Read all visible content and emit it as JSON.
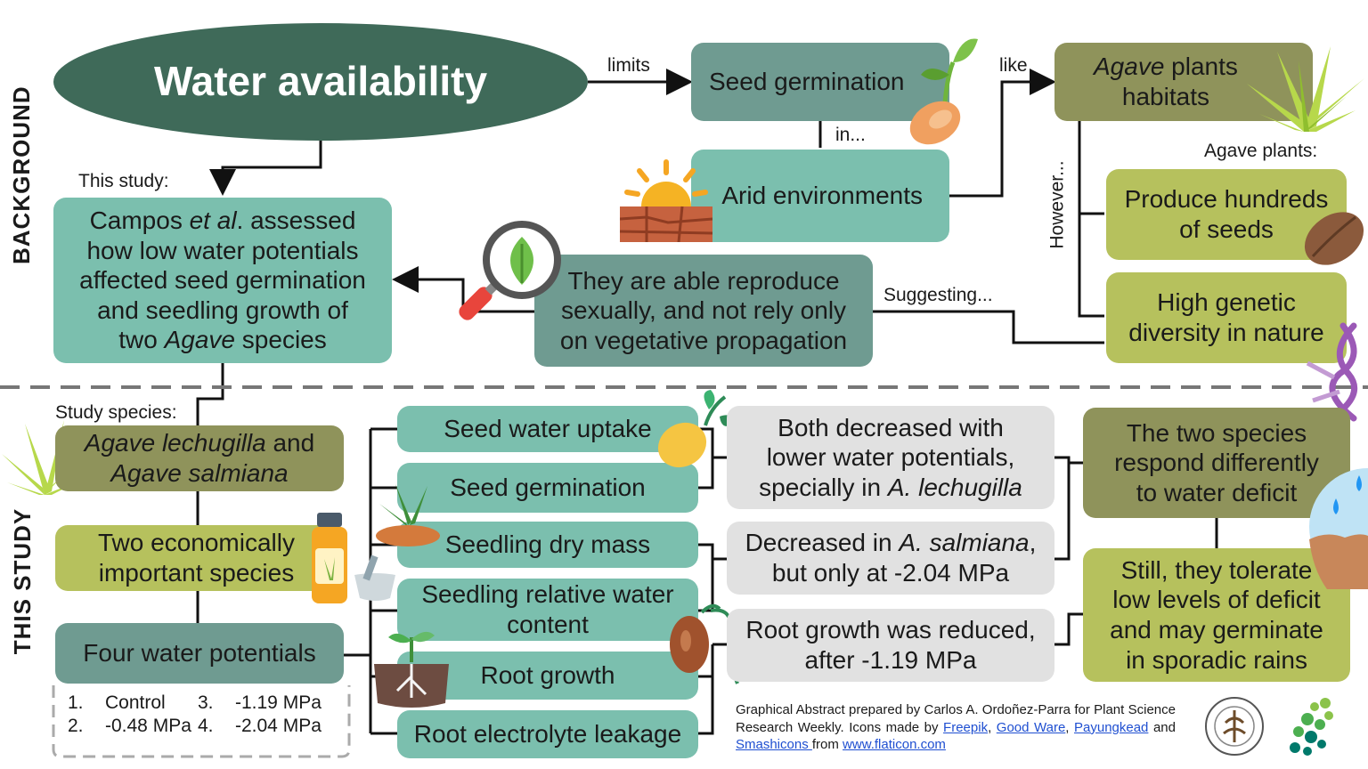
{
  "sections": {
    "background": "BACKGROUND",
    "this_study": "THIS STUDY"
  },
  "background": {
    "water_availability": "Water availability",
    "limits": "limits",
    "seed_germination": "Seed germination",
    "in_label": "in...",
    "arid_environments": "Arid environments",
    "like_label": "like",
    "agave_habitats_italic": "Agave",
    "agave_habitats_rest1": " plants",
    "agave_habitats_rest2": "habitats",
    "agave_plants_label": "Agave plants:",
    "however_label": "However...",
    "produce_seeds_line1": "Produce hundreds",
    "produce_seeds_line2": "of seeds",
    "genetic_line1": "High genetic",
    "genetic_line2": "diversity in nature",
    "suggesting_label": "Suggesting...",
    "reproduce_line1": "They are able reproduce",
    "reproduce_line2": "sexually, and not rely only",
    "reproduce_line3": "on vegetative propagation",
    "this_study_label": "This study:",
    "campos_a": "Campos ",
    "campos_b": "et al",
    "campos_c": ". assessed",
    "campos_line2": "how low water potentials",
    "campos_line3": "affected seed germination",
    "campos_line4": "and seedling growth of",
    "campos_line5a": "two ",
    "campos_line5b": "Agave",
    "campos_line5c": " species"
  },
  "study": {
    "species_label": "Study species:",
    "species_line1a": "Agave lechugilla",
    "species_line1b": " and",
    "species_line2": "Agave salmiana",
    "economic_line1": "Two economically",
    "economic_line2": "important species",
    "water_potentials": "Four water potentials",
    "wp_items": [
      {
        "num": "1.",
        "val": "Control"
      },
      {
        "num": "2.",
        "val": "-0.48 MPa"
      },
      {
        "num": "3.",
        "val": "-1.19 MPa"
      },
      {
        "num": "4.",
        "val": "-2.04 MPa"
      }
    ],
    "variables": [
      {
        "line1": "Seed water uptake",
        "line2": ""
      },
      {
        "line1": "Seed germination",
        "line2": ""
      },
      {
        "line1": "Seedling dry mass",
        "line2": ""
      },
      {
        "line1": "Seedling relative water",
        "line2": "content"
      },
      {
        "line1": "Root growth",
        "line2": ""
      },
      {
        "line1": "Root electrolyte leakage",
        "line2": ""
      }
    ],
    "result1_line1": "Both decreased with",
    "result1_line2": "lower water potentials,",
    "result1_line3a": "specially in ",
    "result1_line3b": "A. lechugilla",
    "result2_line1a": "Decreased in ",
    "result2_line1b": "A. salmiana",
    "result2_line1c": ",",
    "result2_line2": "but only at -2.04 MPa",
    "result3_line1": "Root growth was reduced,",
    "result3_line2": "after -1.19 MPa",
    "conclusion1_line1": "The two species",
    "conclusion1_line2": "respond differently",
    "conclusion1_line3": "to water deficit",
    "conclusion2_line1": "Still, they tolerate",
    "conclusion2_line2": "low levels of deficit",
    "conclusion2_line3": "and may germinate",
    "conclusion2_line4": "in sporadic rains"
  },
  "credits": {
    "text1": "Graphical Abstract prepared by Carlos A. Ordoñez-Parra for Plant Science Research Weekly. Icons made by ",
    "freepik": "Freepik",
    "sep1": ", ",
    "goodware": "Good Ware",
    "sep2": ", ",
    "payungkead": "Payungkead",
    "and": " and ",
    "smashicons": "Smashicons ",
    "from": "from ",
    "flaticon": "www.flaticon.com"
  },
  "colors": {
    "dark_green": "#3f6a59",
    "teal": "#7bbfae",
    "slate": "#6f9b91",
    "olive": "#8f935b",
    "lime": "#b6c15d",
    "gray": "#e1e1e1"
  }
}
